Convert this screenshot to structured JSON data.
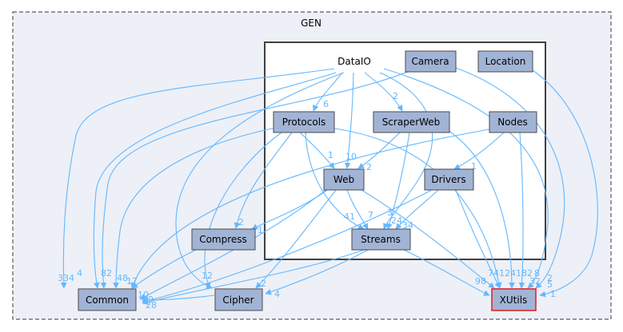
{
  "diagram": {
    "outer_cluster": {
      "label": "GEN"
    },
    "inner_cluster": {
      "label": "DataIO"
    },
    "colors": {
      "edge": "#63b8ff",
      "node_fill": "#a2b4d6",
      "highlight_border": "#e2252a",
      "outer_bg": "#edf0f7",
      "inner_bg": "#ffffff"
    },
    "nodes": {
      "camera": "Camera",
      "location": "Location",
      "protocols": "Protocols",
      "scraperweb": "ScraperWeb",
      "nodes": "Nodes",
      "web": "Web",
      "drivers": "Drivers",
      "streams": "Streams",
      "compress": "Compress",
      "common": "Common",
      "cipher": "Cipher",
      "xutils": "XUtils"
    },
    "edge_labels": {
      "l_6": "6",
      "l_2a": "2",
      "l_1a": "1",
      "l_10": "10",
      "l_2b": "2",
      "l_1b": "1",
      "l_2c": "2",
      "l_1c": "1",
      "l_41": "41",
      "l_7": "7",
      "l_3": "3",
      "l_24": "24",
      "l_34": "34",
      "l_334": "334",
      "l_4a": "4",
      "l_82": "82",
      "l_48": "48",
      "l_17": "17",
      "l_10b": "10",
      "l_39": "39",
      "l_28": "28",
      "l_12": "12",
      "l_2d": "2",
      "l_4b": "4",
      "l_98": "98",
      "l_74": "74",
      "l_124": "124",
      "l_182": "182",
      "l_8": "8",
      "l_32": "32",
      "l_5": "5",
      "l_1d": "1",
      "l_2e": "2"
    }
  }
}
